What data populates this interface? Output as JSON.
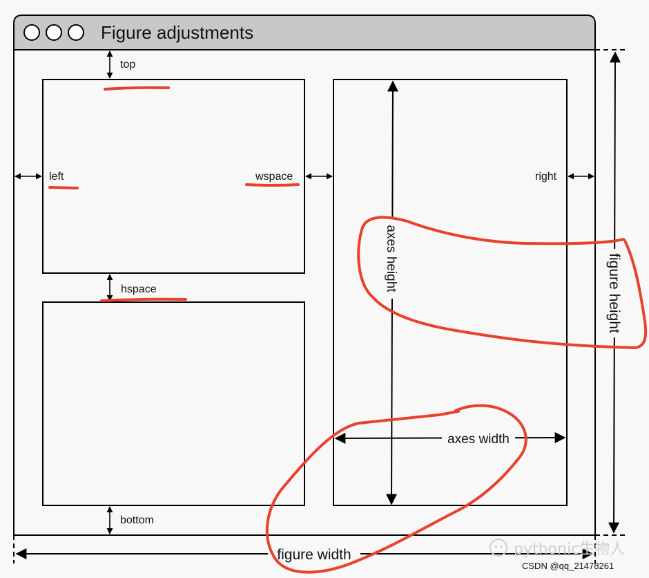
{
  "window": {
    "title": "Figure adjustments",
    "traffic_lights": [
      "window-button-1",
      "window-button-2",
      "window-button-3"
    ]
  },
  "labels": {
    "top": "top",
    "left": "left",
    "wspace": "wspace",
    "right": "right",
    "hspace": "hspace",
    "bottom": "bottom",
    "axes_height": "axes height",
    "axes_width": "axes width",
    "figure_height": "figure height",
    "figure_width": "figure width"
  },
  "watermark": {
    "brand": "pythonic生物人",
    "credit": "CSDN @qq_21478261"
  },
  "colors": {
    "annotation_red": "#e8412c",
    "titlebar": "#c8c8c8",
    "line": "#000000"
  }
}
